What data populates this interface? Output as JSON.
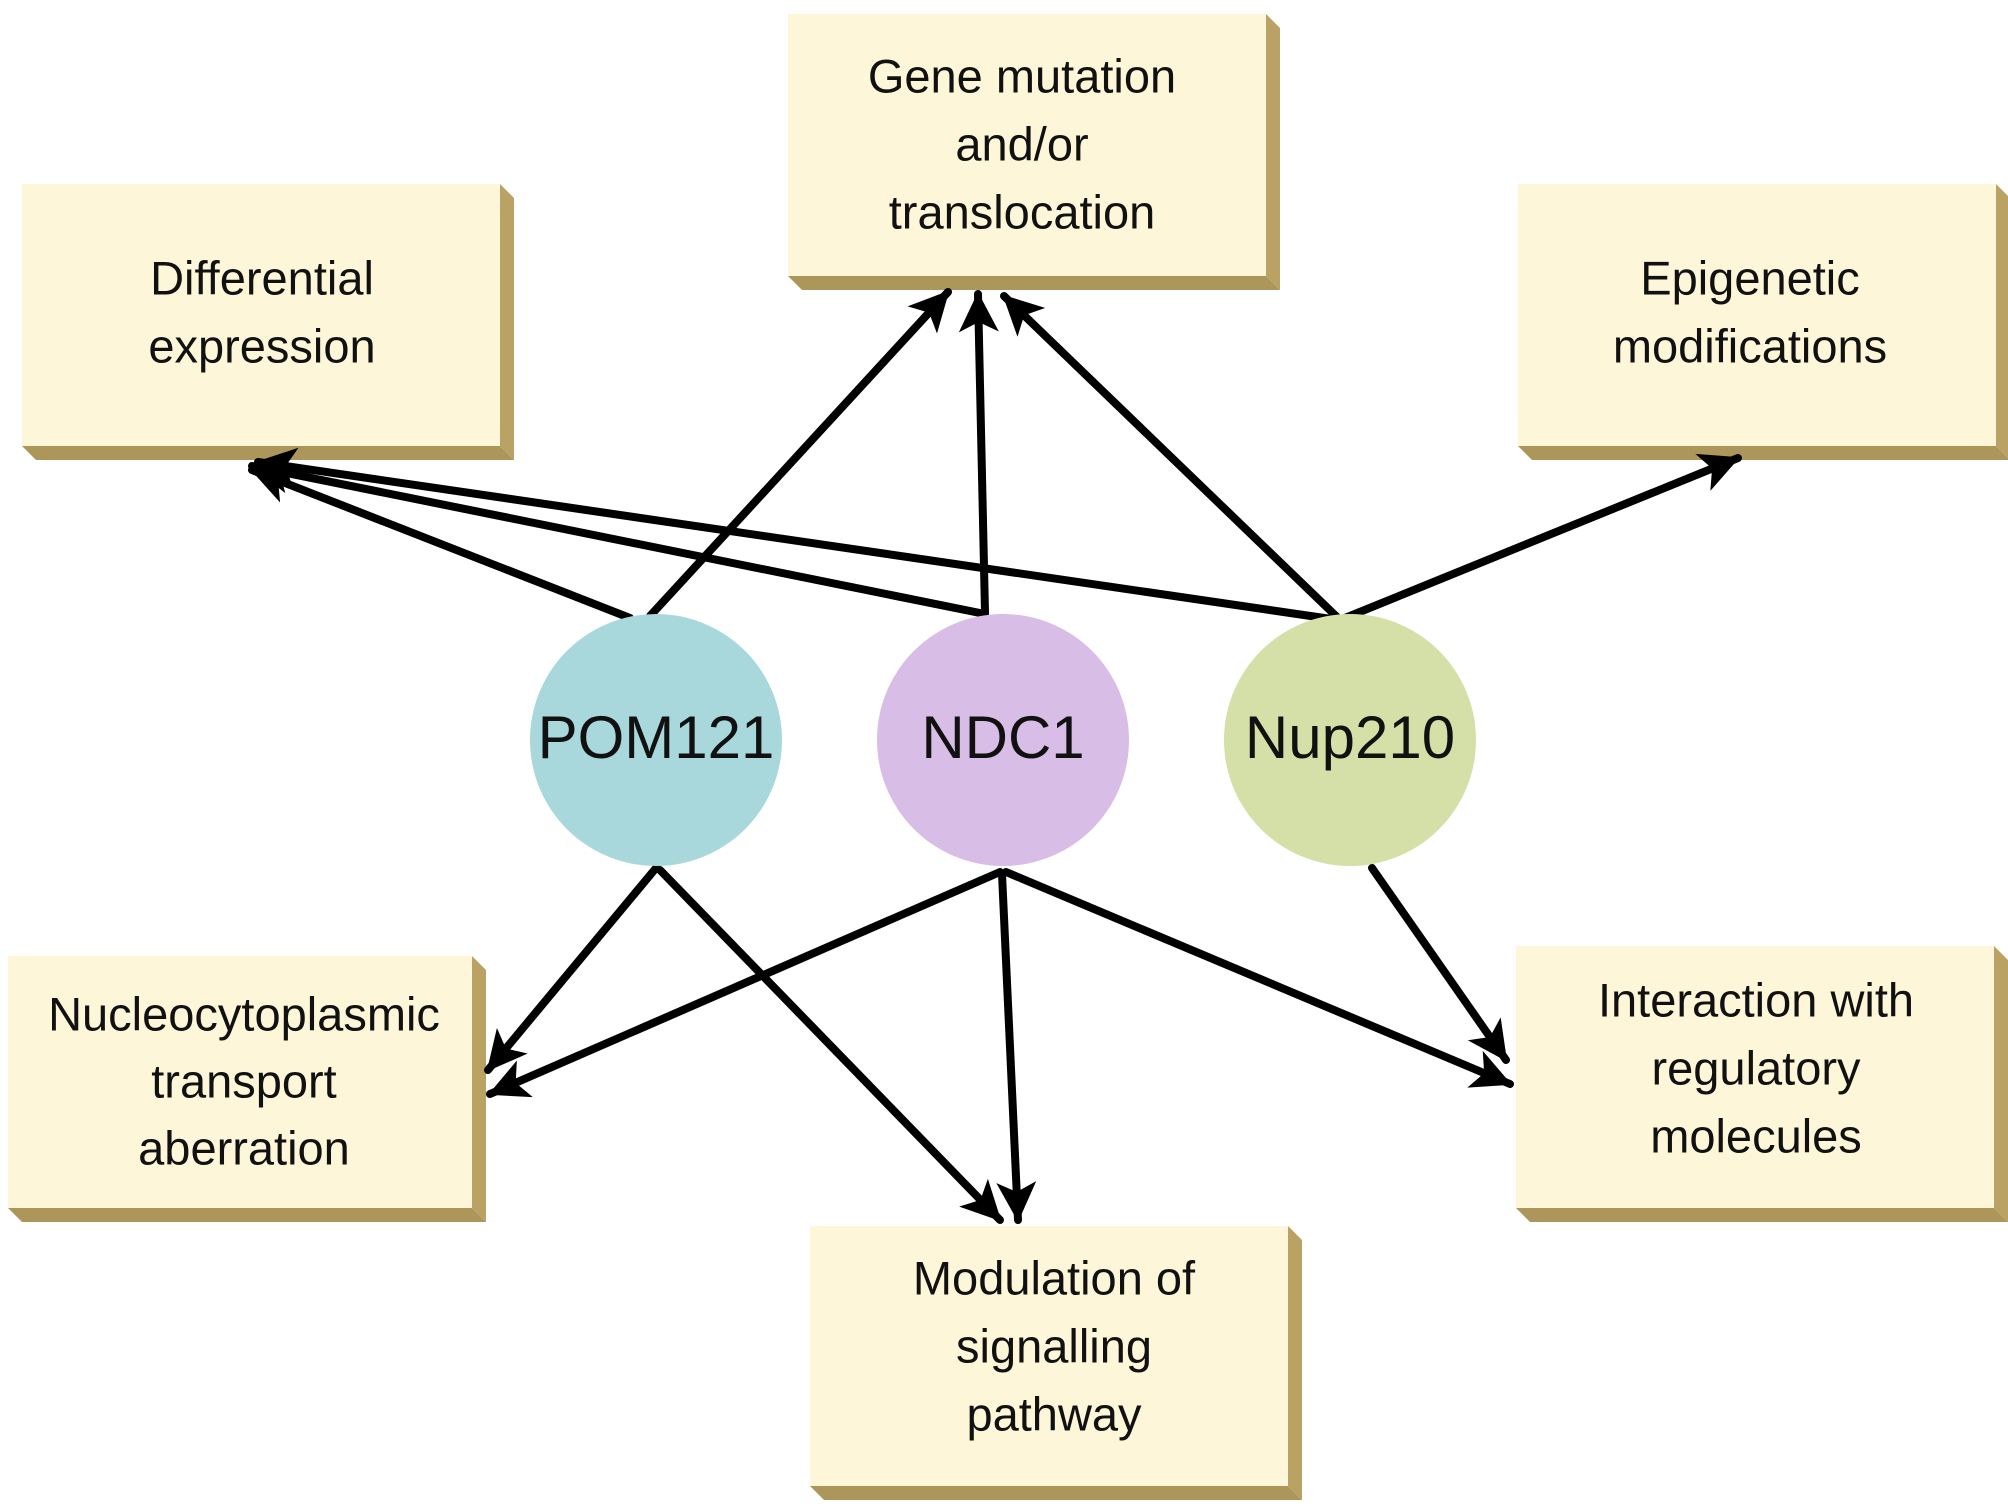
{
  "colors": {
    "box_face": "#fdf6d8",
    "box_edge": "#b9a264",
    "arrow": "#000000"
  },
  "nodes": [
    {
      "id": "pom121",
      "label": "POM121",
      "color": "#a8d8db"
    },
    {
      "id": "ndc1",
      "label": "NDC1",
      "color": "#d8bde6"
    },
    {
      "id": "nup210",
      "label": "Nup210",
      "color": "#d5dfa8"
    }
  ],
  "boxes": [
    {
      "id": "differential",
      "lines": [
        "Differential",
        "expression"
      ]
    },
    {
      "id": "gene-mutation",
      "lines": [
        "Gene mutation",
        "and/or",
        "translocation"
      ]
    },
    {
      "id": "epigenetic",
      "lines": [
        "Epigenetic",
        "modifications"
      ]
    },
    {
      "id": "nucleocytoplasmic",
      "lines": [
        "Nucleocytoplasmic",
        "transport",
        "aberration"
      ]
    },
    {
      "id": "modulation",
      "lines": [
        "Modulation of",
        "signalling",
        "pathway"
      ]
    },
    {
      "id": "interaction",
      "lines": [
        "Interaction with",
        "regulatory",
        "molecules"
      ]
    }
  ],
  "edges": [
    {
      "from": "pom121",
      "to": "differential"
    },
    {
      "from": "pom121",
      "to": "gene-mutation"
    },
    {
      "from": "pom121",
      "to": "nucleocytoplasmic"
    },
    {
      "from": "pom121",
      "to": "modulation"
    },
    {
      "from": "ndc1",
      "to": "differential"
    },
    {
      "from": "ndc1",
      "to": "gene-mutation"
    },
    {
      "from": "ndc1",
      "to": "nucleocytoplasmic"
    },
    {
      "from": "ndc1",
      "to": "modulation"
    },
    {
      "from": "ndc1",
      "to": "interaction"
    },
    {
      "from": "nup210",
      "to": "differential"
    },
    {
      "from": "nup210",
      "to": "gene-mutation"
    },
    {
      "from": "nup210",
      "to": "epigenetic"
    },
    {
      "from": "nup210",
      "to": "interaction"
    }
  ]
}
